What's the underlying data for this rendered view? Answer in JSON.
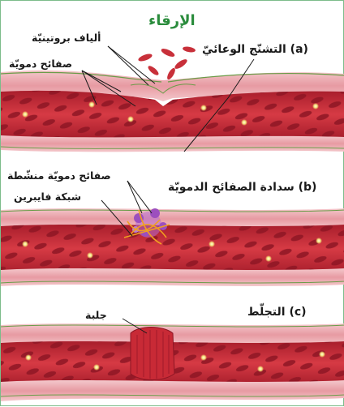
{
  "figure": {
    "title": "الإرقاء",
    "accent_color": "#2a8c3c",
    "vessel_color": "#c8303a",
    "panels": [
      {
        "letter": "(a)",
        "caption": "التشنّج الوعائيّ",
        "annotations": [
          "ألياف بروتينيّة",
          "صفائح دمويّة"
        ]
      },
      {
        "letter": "(b)",
        "caption": "سدادة الصفائح الدمويّة",
        "annotations": [
          "صفائح دمويّة منشّطة",
          "شبكة فايبرين"
        ]
      },
      {
        "letter": "(c)",
        "caption": "التجلّط",
        "annotations": [
          "جلبة"
        ]
      }
    ]
  }
}
